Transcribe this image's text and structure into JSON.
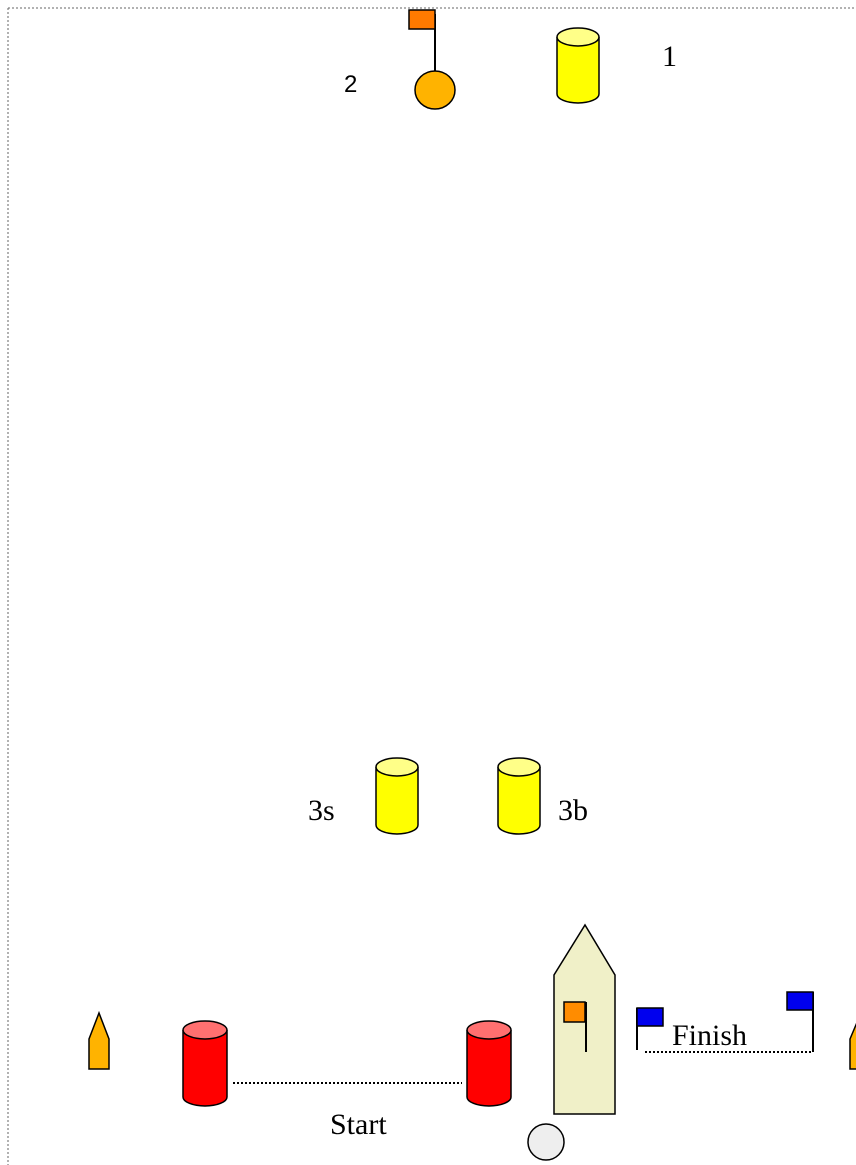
{
  "labels": {
    "mark_1": "1",
    "mark_2": "2",
    "mark_3s": "3s",
    "mark_3b": "3b",
    "start": "Start",
    "finish": "Finish"
  },
  "colors": {
    "border": "#555555",
    "yellow_buoy": "#ffff00",
    "yellow_top": "#ffff88",
    "red_buoy": "#ff0000",
    "red_top": "#ff7070",
    "orange_buoy": "#ffb300",
    "orange_flag": "#ff7a00",
    "blue_flag": "#0000ee",
    "committee_boat": "#f0f0c8",
    "small_boat": "#ffb300",
    "grey_ball": "#eeeeee"
  },
  "icons": {
    "mark_1": "yellow-cylinder-buoy-icon",
    "mark_2": "orange-ball-buoy-with-flag-icon",
    "mark_3s": "yellow-cylinder-buoy-icon",
    "mark_3b": "yellow-cylinder-buoy-icon",
    "start_pin": "red-cylinder-buoy-icon",
    "start_boat_end": "red-cylinder-buoy-icon",
    "committee_boat": "committee-boat-icon",
    "finish_flag": "blue-flag-icon"
  }
}
